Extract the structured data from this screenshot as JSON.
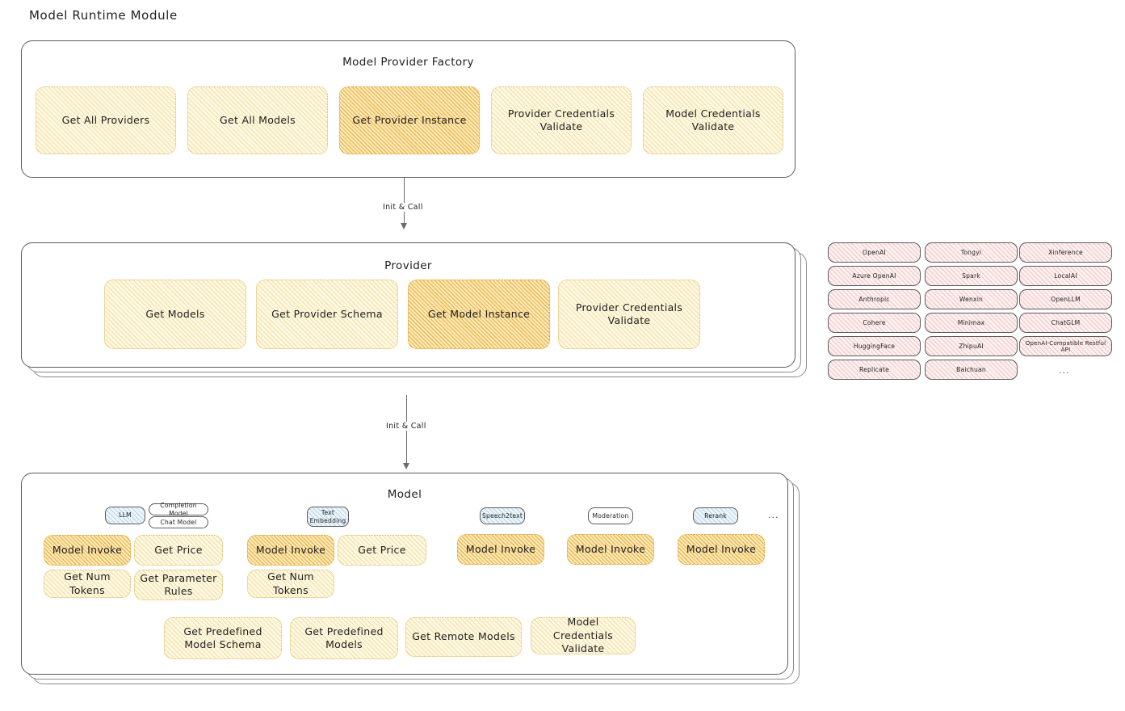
{
  "page": {
    "title": "Model Runtime Module"
  },
  "arrows": [
    {
      "label": "Init & Call"
    },
    {
      "label": "Init & Call"
    }
  ],
  "factory": {
    "title": "Model Provider Factory",
    "boxes": [
      {
        "label": "Get All Providers",
        "highlight": false
      },
      {
        "label": "Get All Models",
        "highlight": false
      },
      {
        "label": "Get Provider Instance",
        "highlight": true
      },
      {
        "label": "Provider Credentials Validate",
        "highlight": false
      },
      {
        "label": "Model Credentials Validate",
        "highlight": false
      }
    ]
  },
  "provider": {
    "title": "Provider",
    "boxes": [
      {
        "label": "Get Models",
        "highlight": false
      },
      {
        "label": "Get Provider Schema",
        "highlight": false
      },
      {
        "label": "Get Model Instance",
        "highlight": true
      },
      {
        "label": "Provider Credentials Validate",
        "highlight": false
      }
    ]
  },
  "provider_list": {
    "ellipsis": "...",
    "columns": [
      [
        "OpenAI",
        "Azure OpenAI",
        "Anthropic",
        "Cohere",
        "HuggingFace",
        "Replicate"
      ],
      [
        "Tongyi",
        "Spark",
        "Wenxin",
        "Minimax",
        "ZhipuAI",
        "Baichuan"
      ],
      [
        "Xinference",
        "LocalAI",
        "OpenLLM",
        "ChatGLM",
        "OpenAI-Compatible Restful API"
      ]
    ]
  },
  "model": {
    "title": "Model",
    "ellipsis": "...",
    "types": [
      {
        "name": "LLM",
        "style": "blue",
        "sub": [
          "Completion Model",
          "Chat Model"
        ]
      },
      {
        "name": "Text Embedding",
        "style": "blue",
        "sub": []
      },
      {
        "name": "Speech2text",
        "style": "blue",
        "sub": []
      },
      {
        "name": "Moderation",
        "style": "none",
        "sub": []
      },
      {
        "name": "Rerank",
        "style": "blue",
        "sub": []
      }
    ],
    "methods": {
      "llm": [
        {
          "label": "Model Invoke",
          "highlight": true
        },
        {
          "label": "Get Price",
          "highlight": false
        },
        {
          "label": "Get Num Tokens",
          "highlight": false
        },
        {
          "label": "Get Parameter Rules",
          "highlight": false
        }
      ],
      "text_embedding": [
        {
          "label": "Model Invoke",
          "highlight": true
        },
        {
          "label": "Get Price",
          "highlight": false
        },
        {
          "label": "Get Num Tokens",
          "highlight": false
        }
      ],
      "speech2text": [
        {
          "label": "Model Invoke",
          "highlight": true
        }
      ],
      "moderation": [
        {
          "label": "Model Invoke",
          "highlight": true
        }
      ],
      "rerank": [
        {
          "label": "Model Invoke",
          "highlight": true
        }
      ]
    },
    "shared": [
      {
        "label": "Get Predefined Model Schema"
      },
      {
        "label": "Get Predefined Models"
      },
      {
        "label": "Get Remote Models"
      },
      {
        "label": "Model Credentials Validate"
      }
    ]
  }
}
